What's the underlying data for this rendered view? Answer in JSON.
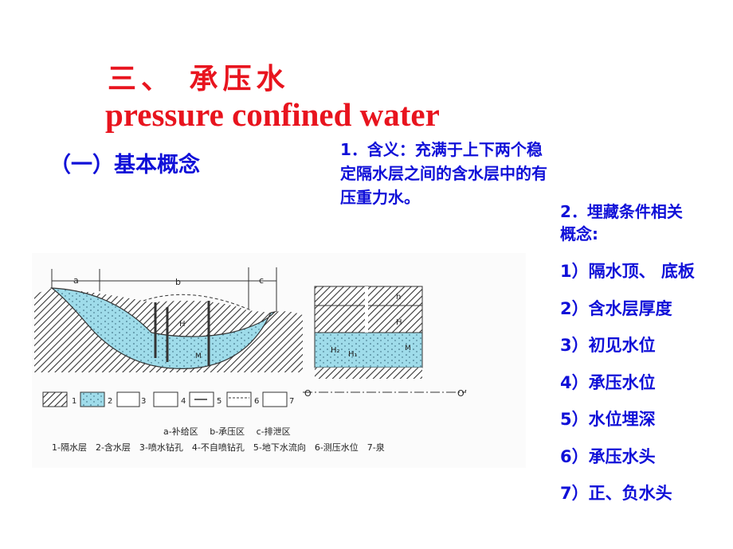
{
  "title": {
    "chinese": "三、 承压水",
    "english": "pressure confined water"
  },
  "section": "（一）基本概念",
  "definition": [
    "1．含义：充满于上下两个稳",
    "定隔水层之间的含水层中的有",
    "压重力水。"
  ],
  "burial": {
    "heading": [
      "2．埋藏条件相关",
      "概念:"
    ],
    "items": [
      "1）隔水顶、 底板",
      "2）含水层厚度",
      "3）初见水位",
      "4）承压水位",
      "5）水位埋深",
      "6）承压水头",
      "7）正、负水头"
    ]
  },
  "diagram": {
    "zones": {
      "a": "a",
      "b": "b",
      "c": "c"
    },
    "left_labels": {
      "H": "H",
      "M": "M"
    },
    "right_labels": {
      "h": "h",
      "H": "H",
      "H2": "H₂",
      "H1": "H₁",
      "M": "M",
      "O": "O",
      "O2": "O’"
    },
    "legend_numbers": [
      "1",
      "2",
      "3",
      "4",
      "5",
      "6",
      "7"
    ],
    "caption_zones": "a-补给区　 b-承压区　 c-排泄区",
    "caption_legend": "1-隔水层　2-含水层　3-喷水钻孔　4-不自喷钻孔　5-地下水流向　6-测压水位　7-泉",
    "colors": {
      "aquifer": "#9fdcea",
      "hatch": "#333333"
    }
  }
}
